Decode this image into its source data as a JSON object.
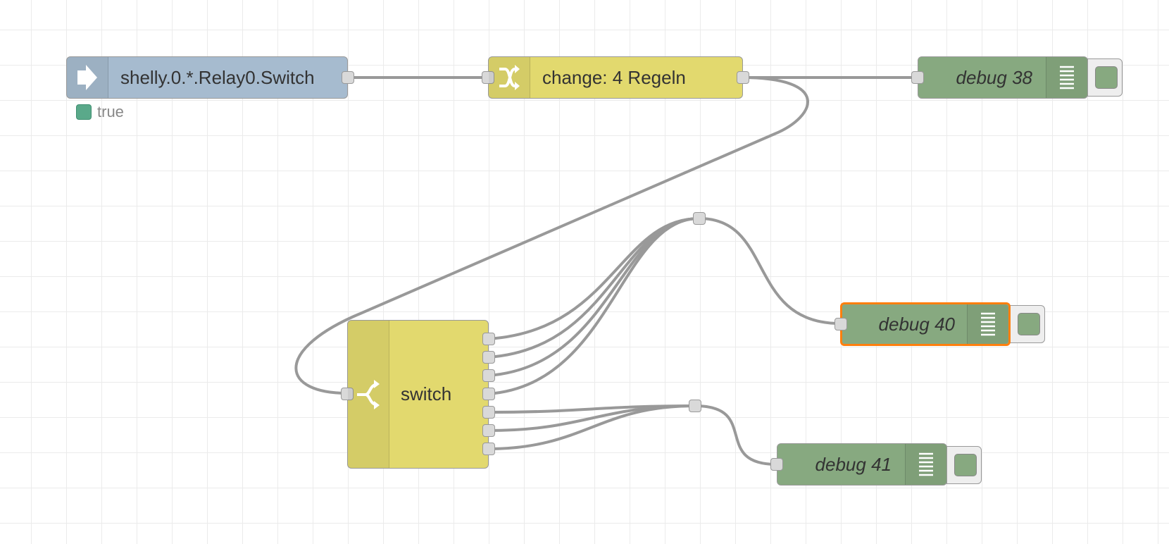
{
  "colors": {
    "inject": "#a6bbcf",
    "function": "#e2d96e",
    "debug": "#87a980",
    "wire": "#999999",
    "selected": "#ff7f0e",
    "status_green": "#5aa98a"
  },
  "nodes": {
    "inject": {
      "label": "shelly.0.*.Relay0.Switch",
      "icon": "arrow-right-icon",
      "status_text": "true"
    },
    "change": {
      "label": "change: 4 Regeln",
      "icon": "shuffle-icon"
    },
    "switch": {
      "label": "switch",
      "icon": "fork-icon",
      "outputs": 7
    },
    "debug38": {
      "label": "debug 38",
      "icon": "list-icon",
      "active": true
    },
    "debug40": {
      "label": "debug 40",
      "icon": "list-icon",
      "active": true,
      "selected": true
    },
    "debug41": {
      "label": "debug 41",
      "icon": "list-icon",
      "active": true
    }
  }
}
